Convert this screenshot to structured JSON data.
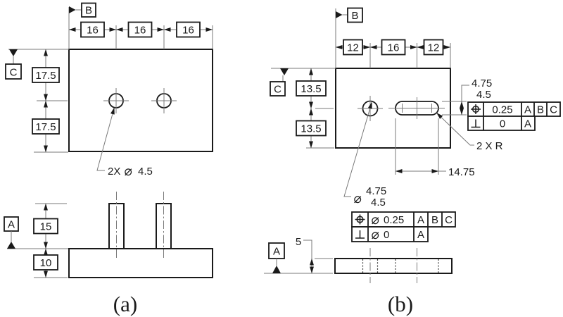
{
  "drawing": {
    "part_a": {
      "caption": "(a)",
      "datum_b": "B",
      "datum_c": "C",
      "datum_a": "A",
      "top_dims": [
        "16",
        "16",
        "16"
      ],
      "side_dims": [
        "17.5",
        "17.5"
      ],
      "front_dims": [
        "15",
        "10"
      ],
      "hole_note_prefix": "2X",
      "hole_note_symbol": "⌀",
      "hole_note_value": "4.5"
    },
    "part_b": {
      "caption": "(b)",
      "datum_b": "B",
      "datum_c": "C",
      "datum_a": "A",
      "top_dims": [
        "12",
        "16",
        "12"
      ],
      "side_dims": [
        "13.5",
        "13.5"
      ],
      "slot_height_upper": "4.75",
      "slot_height_lower": "4.5",
      "slot_fcf": {
        "row1_tol": "0.25",
        "row1_datums": [
          "A",
          "B",
          "C"
        ],
        "row2_tol": "0",
        "row2_datums": [
          "A"
        ]
      },
      "radius_note": "2 X R",
      "slot_length": "14.75",
      "hole_dia_symbol": "⌀",
      "hole_dia_upper": "4.75",
      "hole_dia_lower": "4.5",
      "hole_fcf": {
        "row1_sym": "⌀",
        "row1_tol": "0.25",
        "row1_datums": [
          "A",
          "B",
          "C"
        ],
        "row2_sym": "⌀",
        "row2_tol": "0",
        "row2_datums": [
          "A"
        ]
      },
      "thickness": "5"
    }
  }
}
